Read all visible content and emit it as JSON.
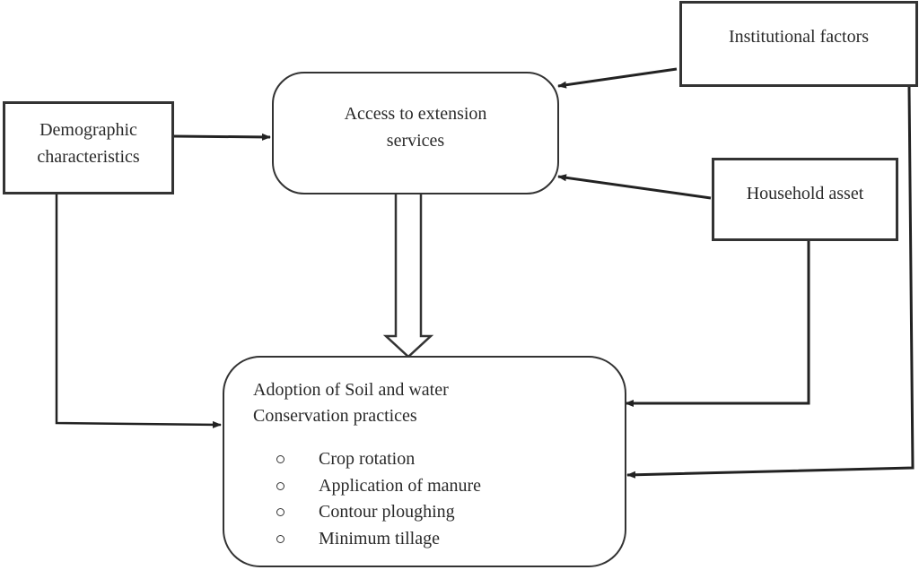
{
  "diagram": {
    "type": "conceptual-framework",
    "nodes": {
      "demographic": {
        "label_lines": [
          "Demographic",
          "characteristics"
        ],
        "shape": "rectangle"
      },
      "access": {
        "label_lines": [
          "Access to extension",
          "services"
        ],
        "shape": "rounded-rectangle"
      },
      "institutional": {
        "label_lines": [
          "Institutional factors"
        ],
        "shape": "rectangle"
      },
      "household": {
        "label_lines": [
          "Household asset"
        ],
        "shape": "rectangle"
      },
      "adoption": {
        "title_lines": [
          "Adoption of Soil and water",
          "Conservation practices"
        ],
        "shape": "rounded-rectangle",
        "bullet_icon": "hollow-circle",
        "items": [
          "Crop rotation",
          "Application of manure",
          "Contour ploughing",
          "Minimum tillage"
        ]
      }
    },
    "edges": [
      {
        "from": "demographic",
        "to": "access",
        "style": "solid-arrow"
      },
      {
        "from": "institutional",
        "to": "access",
        "style": "solid-arrow"
      },
      {
        "from": "household",
        "to": "access",
        "style": "solid-arrow"
      },
      {
        "from": "access",
        "to": "adoption",
        "style": "hollow-block-arrow"
      },
      {
        "from": "demographic",
        "to": "adoption",
        "style": "elbow-arrow"
      },
      {
        "from": "household",
        "to": "adoption",
        "style": "elbow-arrow"
      },
      {
        "from": "institutional",
        "to": "adoption",
        "style": "elbow-arrow"
      }
    ],
    "colors": {
      "stroke": "#333333",
      "text": "#2a2a2a",
      "background": "#ffffff"
    }
  }
}
